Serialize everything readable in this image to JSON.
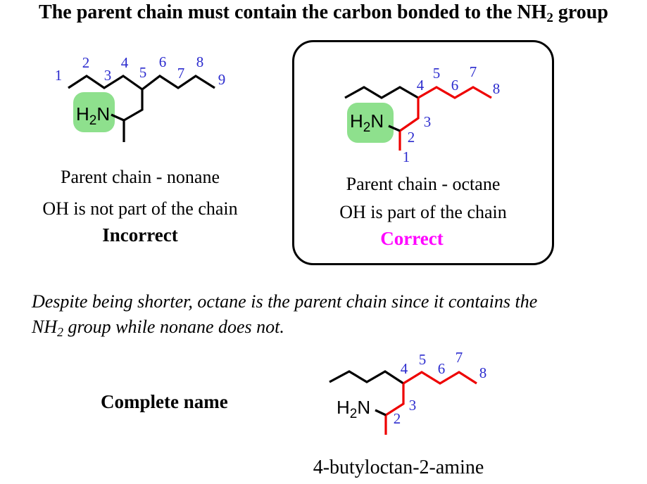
{
  "title": {
    "pre": "The parent chain must contain the carbon bonded to the NH",
    "sub": "2",
    "post": " group"
  },
  "colors": {
    "bond_black": "#000000",
    "chain_red": "#ee0000",
    "number_blue": "#2b2bce",
    "highlight_green": "#8ee08d",
    "correct_magenta": "#ff00ff"
  },
  "left_example": {
    "numbers": [
      "1",
      "2",
      "3",
      "4",
      "5",
      "6",
      "7",
      "8",
      "9"
    ],
    "amine_label": {
      "h": "H",
      "sub": "2",
      "n": "N"
    },
    "caption_line1": "Parent chain - nonane",
    "caption_line2": "OH is not part of the chain",
    "verdict": "Incorrect"
  },
  "right_example": {
    "numbers": [
      "1",
      "2",
      "3",
      "4",
      "5",
      "6",
      "7",
      "8"
    ],
    "amine_label": {
      "h": "H",
      "sub": "2",
      "n": "N"
    },
    "caption_line1": "Parent chain - octane",
    "caption_line2": "OH is part of the chain",
    "verdict": "Correct"
  },
  "note": {
    "line1": "Despite being shorter, octane is the parent chain since it contains the",
    "line2_pre": "NH",
    "line2_sub": "2",
    "line2_post": " group while nonane does not."
  },
  "complete_name_section": {
    "label": "Complete name",
    "numbers": [
      "2",
      "3",
      "4",
      "5",
      "6",
      "7",
      "8"
    ],
    "amine_label": {
      "h": "H",
      "sub": "2",
      "n": "N"
    },
    "name": "4-butyloctan-2-amine"
  }
}
